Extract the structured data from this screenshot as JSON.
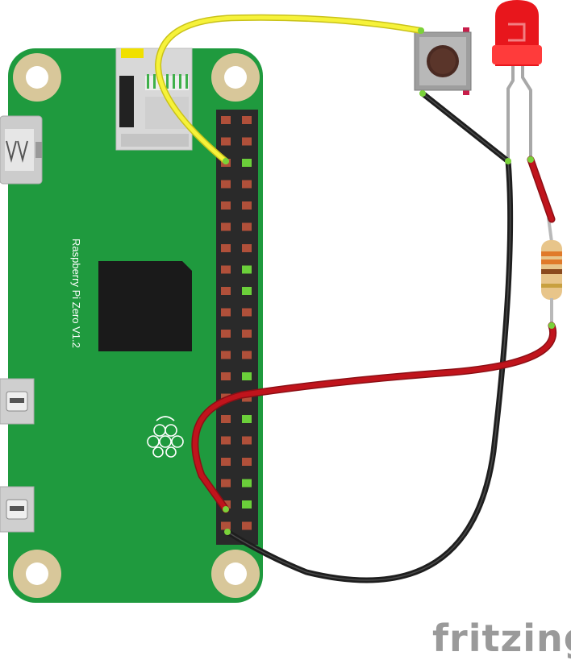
{
  "board": {
    "label": "Raspberry Pi Zero V1.2",
    "color": "#1f9a3e"
  },
  "watermark": {
    "text": "fritzing"
  },
  "colors": {
    "pcb": "#1f9a3e",
    "pcb_dark": "#178233",
    "header": "#2a2a2a",
    "pin": "#b0503a",
    "pin_active": "#6bcf3a",
    "chip": "#1a1a1a",
    "wire_yellow": "#f2ee2c",
    "wire_black": "#1e1e1e",
    "wire_red": "#c0141c",
    "led": "#e8161c",
    "mount_hole": "#d8c79a",
    "watermark": "#9a9a9a"
  },
  "components": [
    {
      "name": "raspberry-pi-zero",
      "type": "board"
    },
    {
      "name": "push-button",
      "type": "tactile-switch"
    },
    {
      "name": "led",
      "type": "red-led"
    },
    {
      "name": "resistor",
      "type": "resistor"
    }
  ],
  "wires": [
    {
      "name": "yellow-wire",
      "color": "yellow",
      "from": "gpio-header",
      "to": "push-button"
    },
    {
      "name": "black-wire-button",
      "color": "black",
      "from": "push-button",
      "to": "gpio-header-gnd"
    },
    {
      "name": "red-wire-resistor",
      "color": "red",
      "from": "resistor",
      "to": "gpio-header"
    }
  ]
}
